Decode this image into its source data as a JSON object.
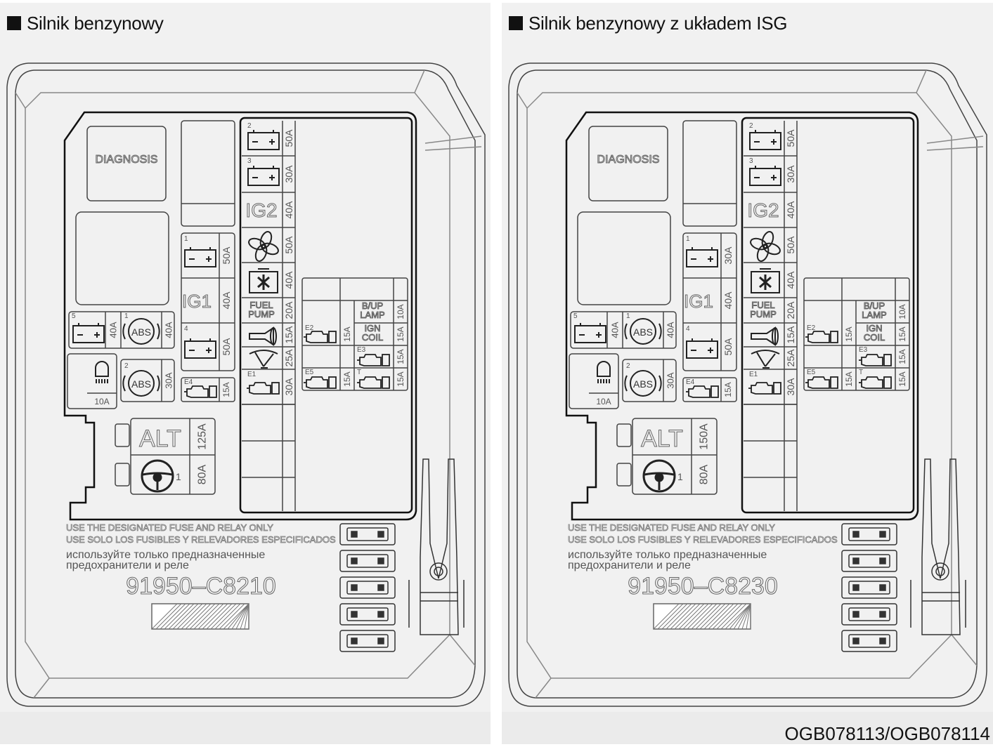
{
  "panels": [
    {
      "heading": "Silnik benzynowy",
      "diagnosis": "DIAGNOSIS",
      "right_block": [
        {
          "num": "2",
          "icon": "battery-icon",
          "amp": "50A"
        },
        {
          "num": "3",
          "icon": "battery-icon",
          "amp": "30A"
        },
        {
          "label": "IG2",
          "amp": "40A"
        },
        {
          "icon": "fan-icon",
          "amp": "50A"
        },
        {
          "icon": "cooling-fan-icon",
          "amp": "40A"
        },
        {
          "label": "FUEL PUMP",
          "amp": "20A"
        },
        {
          "icon": "horn-icon",
          "amp": "15A"
        },
        {
          "icon": "wiper-icon",
          "amp": "25A"
        },
        {
          "num": "E1",
          "icon": "engine-icon",
          "amp": "30A"
        }
      ],
      "mid_column": [
        {
          "num": "1",
          "icon": "battery-icon",
          "amp": "50A"
        },
        {
          "label": "IG1",
          "amp": "40A"
        },
        {
          "num": "4",
          "icon": "battery-icon",
          "amp": "50A"
        },
        {
          "num": "E4",
          "icon": "engine-icon",
          "amp": "15A"
        }
      ],
      "left_row": [
        {
          "num": "5",
          "icon": "battery-icon",
          "amp": "40A"
        },
        {
          "num": "1",
          "label": "ABS",
          "amp": "40A"
        },
        {
          "num": "2",
          "label": "ABS",
          "amp": "30A"
        }
      ],
      "lamp_relay": {
        "icon": "lamp-icon",
        "amp": "10A"
      },
      "right_grid": [
        {
          "num": "E2",
          "icon": "engine-icon",
          "amp": "15A"
        },
        {
          "label": "B/UP LAMP",
          "amp": "10A"
        },
        {
          "label": "IGN COIL",
          "amp": "15A"
        },
        {
          "num": "E3",
          "icon": "engine-icon",
          "amp": "15A"
        },
        {
          "num": "E5",
          "icon": "engine-icon",
          "amp": "15A"
        },
        {
          "num": "T",
          "icon": "engine-icon",
          "amp": "15A"
        }
      ],
      "alt": {
        "label": "ALT",
        "amp": "125A"
      },
      "eps": {
        "num": "1",
        "icon": "steering-wheel-icon",
        "amp": "80A"
      },
      "notice_lines": [
        "USE THE DESIGNATED FUSE AND RELAY ONLY",
        "USE SOLO LOS FUSIBLES Y RELEVADORES ESPECIFICADOS",
        "используйте только предназначенные",
        "предохранители и реле"
      ],
      "part_number": "91950–C8210"
    },
    {
      "heading": "Silnik benzynowy z układem ISG",
      "diagnosis": "DIAGNOSIS",
      "right_block": [
        {
          "num": "2",
          "icon": "battery-icon",
          "amp": "50A"
        },
        {
          "num": "3",
          "icon": "battery-icon",
          "amp": "30A"
        },
        {
          "label": "IG2",
          "amp": "40A"
        },
        {
          "icon": "fan-icon",
          "amp": "50A"
        },
        {
          "icon": "cooling-fan-icon",
          "amp": "40A"
        },
        {
          "label": "FUEL PUMP",
          "amp": "20A"
        },
        {
          "icon": "horn-icon",
          "amp": "15A"
        },
        {
          "icon": "wiper-icon",
          "amp": "25A"
        },
        {
          "num": "E1",
          "icon": "engine-icon",
          "amp": "30A"
        }
      ],
      "mid_column": [
        {
          "num": "1",
          "icon": "battery-icon",
          "amp": "30A"
        },
        {
          "label": "IG1",
          "amp": "40A"
        },
        {
          "num": "4",
          "icon": "battery-icon",
          "amp": "50A"
        },
        {
          "num": "E4",
          "icon": "engine-icon",
          "amp": "15A"
        }
      ],
      "left_row": [
        {
          "num": "5",
          "icon": "battery-icon",
          "amp": "40A"
        },
        {
          "num": "1",
          "label": "ABS",
          "amp": "40A"
        },
        {
          "num": "2",
          "label": "ABS",
          "amp": "30A"
        }
      ],
      "lamp_relay": {
        "icon": "lamp-icon",
        "amp": "10A"
      },
      "right_grid": [
        {
          "num": "E2",
          "icon": "engine-icon",
          "amp": "15A"
        },
        {
          "label": "B/UP LAMP",
          "amp": "10A"
        },
        {
          "label": "IGN COIL",
          "amp": "15A"
        },
        {
          "num": "E3",
          "icon": "engine-icon",
          "amp": "15A"
        },
        {
          "num": "E5",
          "icon": "engine-icon",
          "amp": "15A"
        },
        {
          "num": "T",
          "icon": "engine-icon",
          "amp": "15A"
        }
      ],
      "alt": {
        "label": "ALT",
        "amp": "150A"
      },
      "eps": {
        "num": "1",
        "icon": "steering-wheel-icon",
        "amp": "80A"
      },
      "notice_lines": [
        "USE THE DESIGNATED FUSE AND RELAY ONLY",
        "USE SOLO LOS FUSIBLES Y RELEVADORES ESPECIFICADOS",
        "используйте только предназначенные",
        "предохранители и реле"
      ],
      "part_number": "91950–C8230"
    }
  ],
  "figure_code": "OGB078113/OGB078114",
  "colors": {
    "outline": "#2b2b2b",
    "panel_bg": "#f1f1f1",
    "cover": "#fbfbfb"
  }
}
